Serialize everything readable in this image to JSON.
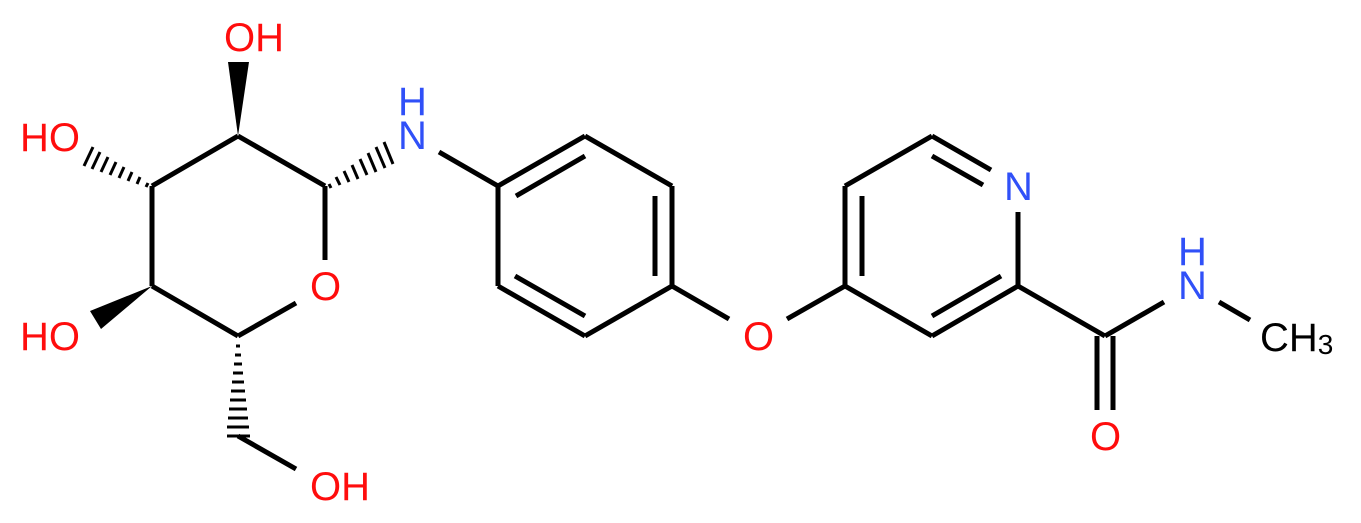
{
  "diagram": {
    "type": "chemical-structure",
    "colors": {
      "bond": "#000000",
      "oxygen": "#ff0d0d",
      "nitrogen": "#3050f8",
      "carbon": "#000000",
      "background": "#ffffff"
    },
    "atom_labels": {
      "oh_top": "OH",
      "ho_left_upper": "HO",
      "ho_left_lower": "HO",
      "oh_bottom": "OH",
      "ring_oxygen": "O",
      "anomeric_nh_h": "H",
      "anomeric_nh_n": "N",
      "ether_oxygen": "O",
      "pyridine_n": "N",
      "amide_nh_h": "H",
      "amide_nh_n": "N",
      "methyl_c": "CH",
      "methyl_sub": "3",
      "carbonyl_o": "O"
    }
  }
}
